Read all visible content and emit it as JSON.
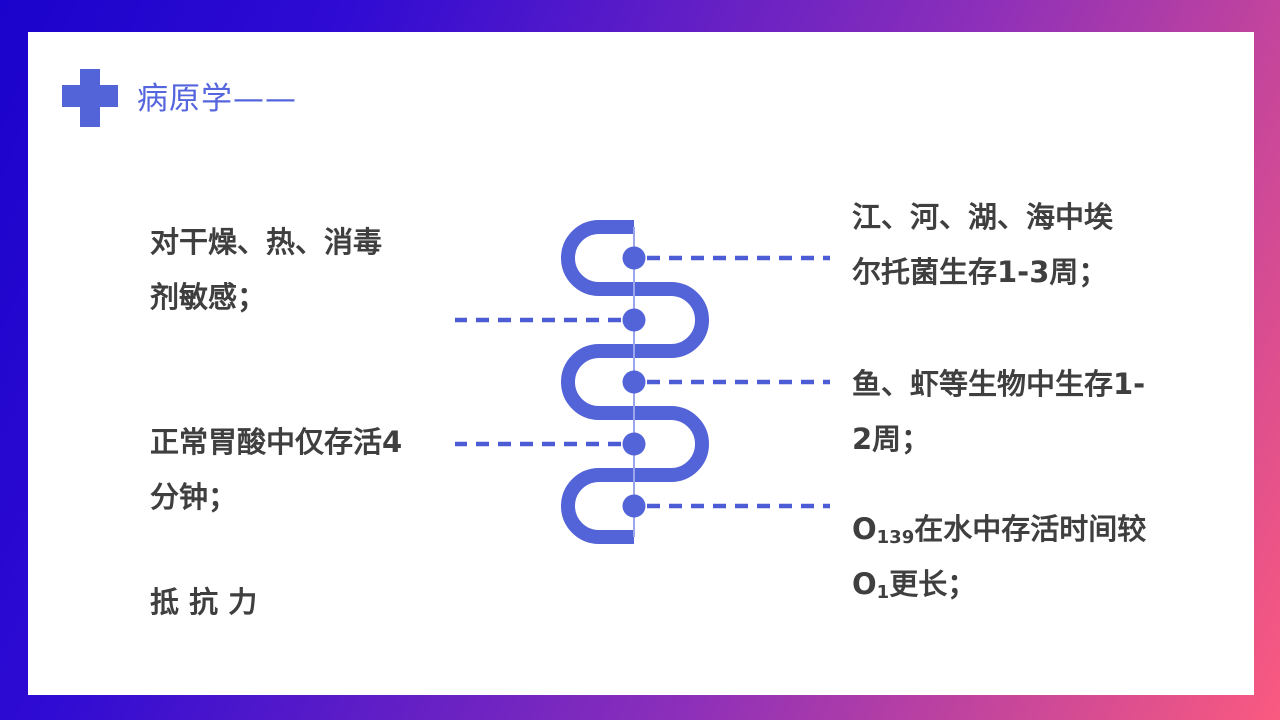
{
  "header": {
    "title": "病原学——"
  },
  "left_column": {
    "items": [
      {
        "lines": [
          "对干燥、热、消毒",
          "剂敏感；"
        ]
      },
      {
        "lines": [
          "正常胃酸中仅存活4",
          "分钟；"
        ]
      },
      {
        "lines": [
          "抵 抗 力"
        ]
      }
    ]
  },
  "right_column": {
    "items": [
      {
        "lines": [
          "江、河、湖、海中埃",
          "尔托菌生存1-3周；"
        ]
      },
      {
        "lines": [
          "鱼、虾等生物中生存1-",
          "2周；"
        ]
      },
      {
        "line1": {
          "base": "O",
          "sub": "139",
          "rest": "在水中存活时间较"
        },
        "line2": {
          "base": "O",
          "sub": "1",
          "rest": "更长；"
        }
      }
    ]
  },
  "icons": {
    "medical_cross": "css-plus-shape"
  },
  "colors": {
    "accent_blue": "#5363d8",
    "dash_blue": "#4c5cd4",
    "seam_light_blue": "#9aa5ec",
    "title_blue": "#5565de",
    "body_text": "#3f3f3f",
    "panel_bg": "#ffffff",
    "gradient_top_left": "#1a03cc",
    "gradient_mid_purple": "#8c2fba",
    "gradient_bottom_right": "#fa5a7f"
  },
  "diagram": {
    "type": "serpentine-connector",
    "dot_count": 5,
    "dot_sides": [
      "right",
      "left",
      "right",
      "left",
      "right"
    ]
  }
}
